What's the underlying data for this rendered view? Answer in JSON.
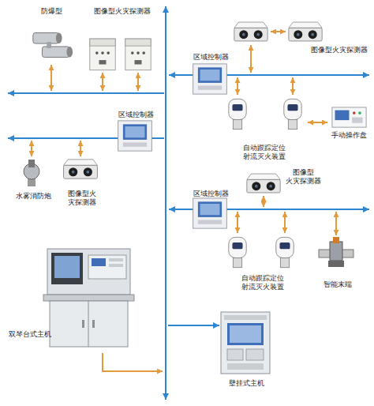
{
  "diagram": {
    "nodes": [
      {
        "text": [
          "防爆型"
        ]
      },
      {
        "text": [
          "图像型火灾探测器"
        ]
      },
      {
        "text": [
          "图像型火灾探测器"
        ]
      },
      {
        "text": [
          "区域控制器"
        ]
      },
      {
        "text": [
          "自动跟踪定位 射流灭火装置"
        ]
      },
      {
        "text": [
          "手动操作盘"
        ]
      },
      {
        "text": [
          "区域控制器"
        ]
      },
      {
        "text": [
          "水雾消防炮"
        ]
      },
      {
        "text": [
          "图像型火 灾探测器"
        ]
      },
      {
        "text": [
          "图像型 火灾探测器"
        ]
      },
      {
        "text": [
          "区域控制器"
        ]
      },
      {
        "text": [
          "自动跟踪定位 射流灭火装置"
        ]
      },
      {
        "text": [
          "智能末端"
        ]
      },
      {
        "text": [
          "双琴台式主机"
        ]
      },
      {
        "text": [
          "壁挂式主机"
        ]
      }
    ],
    "edges": [
      {
        "from": 5,
        "to": 4,
        "arrow": "both"
      }
    ]
  }
}
